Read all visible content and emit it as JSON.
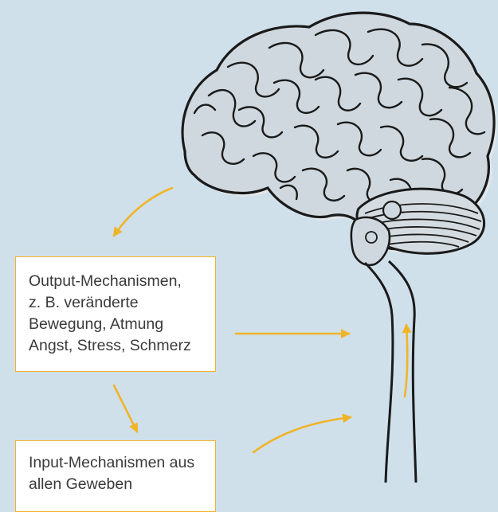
{
  "diagram": {
    "output_box": {
      "lines": [
        "Output-Mechanismen,",
        "z. B. veränderte",
        "Bewegung, Atmung",
        "Angst, Stress, Schmerz"
      ]
    },
    "input_box": {
      "lines": [
        "Input-Mechanismen aus",
        "allen Geweben"
      ]
    },
    "colors": {
      "background": "#cfe0ea",
      "arrow": "#f0b429",
      "box_border": "#f0b429",
      "outline": "#1a1a1a",
      "brain_shade": "#dfe3e6"
    },
    "icons": [
      "brain-illustration",
      "spinal-cord"
    ]
  }
}
